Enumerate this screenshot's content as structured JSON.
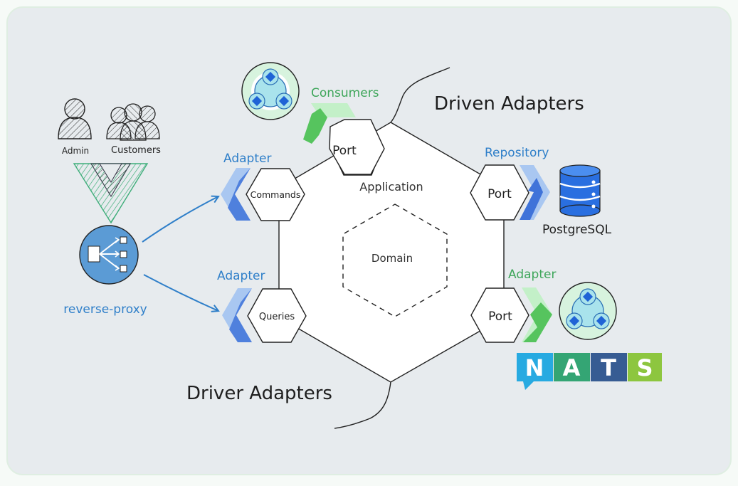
{
  "colors": {
    "panel_bg": "#e7ebee",
    "panel_border": "#dfeee2",
    "blue_text": "#2f7fc9",
    "green_text": "#3ea65a",
    "blue_chevron_light": "#a9c7f1",
    "blue_chevron_dark": "#3f73d9",
    "green_chevron_light": "#c3f0c8",
    "green_chevron_dark": "#56c45e",
    "proxy_blue": "#5b9bd5",
    "db_blue": "#2a6fe0",
    "nats_cyan": "#27aae1",
    "nats_green": "#34a574",
    "nats_navy": "#375c93",
    "nats_lime": "#8dc63f"
  },
  "labels": {
    "driven_adapters": "Driven Adapters",
    "driver_adapters": "Driver Adapters",
    "application": "Application",
    "domain": "Domain",
    "consumers": "Consumers",
    "adapter_commands": "Adapter",
    "adapter_queries": "Adapter",
    "adapter_nats": "Adapter",
    "repository": "Repository",
    "port_top": "Port",
    "port_right_top": "Port",
    "port_right_bottom": "Port",
    "commands": "Commands",
    "queries": "Queries",
    "admin": "Admin",
    "customers": "Customers",
    "reverse_proxy": "reverse-proxy",
    "postgresql": "PostgreSQL"
  },
  "nats_logo": {
    "letters": [
      "N",
      "A",
      "T",
      "S"
    ]
  },
  "icons": {
    "admin": "user-icon",
    "customers": "users-group-icon",
    "vue": "vue-logo-icon",
    "proxy": "reverse-proxy-icon",
    "database": "database-icon",
    "event_bus_top": "event-bus-icon",
    "event_bus_right": "event-bus-icon"
  }
}
